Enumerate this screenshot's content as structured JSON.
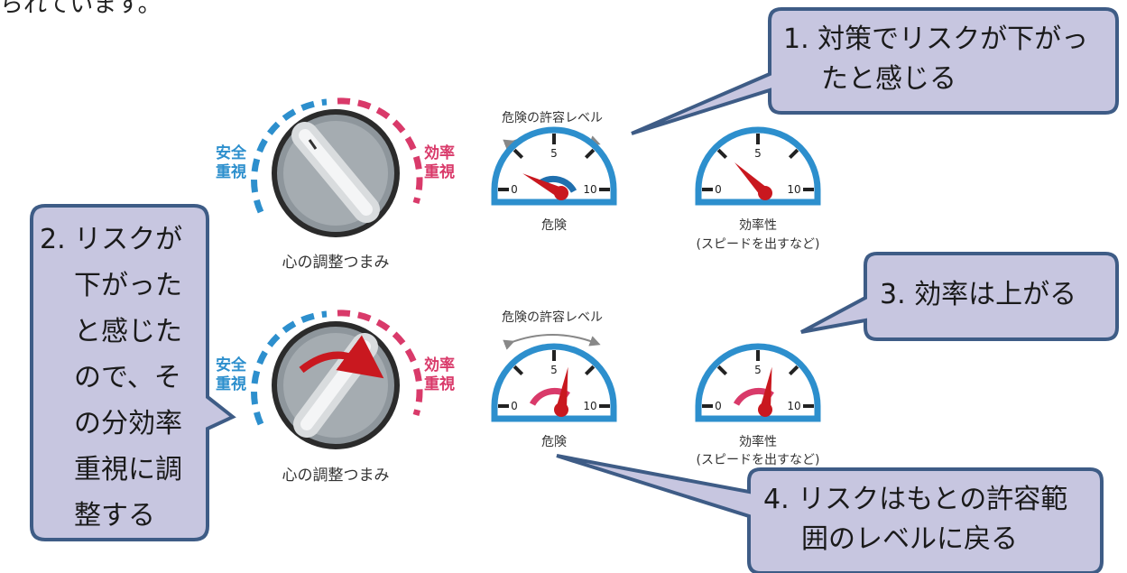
{
  "top_text": "られています。",
  "knob_label": "心の調整つまみ",
  "safety_label": [
    "安全",
    "重視"
  ],
  "efficiency_label": [
    "効率",
    "重視"
  ],
  "tolerance_label": "危険の許容レベル",
  "gauge_ticks": {
    "min": "0",
    "mid": "5",
    "max": "10"
  },
  "danger_label": "危険",
  "efficiency_gauge_label": [
    "効率性",
    "(スピードを出すなど)"
  ],
  "callouts": {
    "c1": [
      "1.  対策でリスクが下がっ",
      "たと感じる"
    ],
    "c2": [
      "2.  リスクが",
      "下がった",
      "と感じた",
      "ので、そ",
      "の分効率",
      "重視に調",
      "整する"
    ],
    "c3": [
      "3.  効率は上がる"
    ],
    "c4": [
      "4.  リスクはもとの許容範",
      "囲のレベルに戻る"
    ]
  },
  "colors": {
    "callout_fill": "#c7c6e0",
    "callout_border": "#3e5c86",
    "safety_blue": "#2d8fcd",
    "efficiency_pink": "#d93a6a",
    "needle_red": "#c9181f"
  },
  "gauge_readings": {
    "top_danger": 1.5,
    "top_efficiency": 2.5,
    "bottom_danger": 5.5,
    "bottom_efficiency": 5.5
  }
}
